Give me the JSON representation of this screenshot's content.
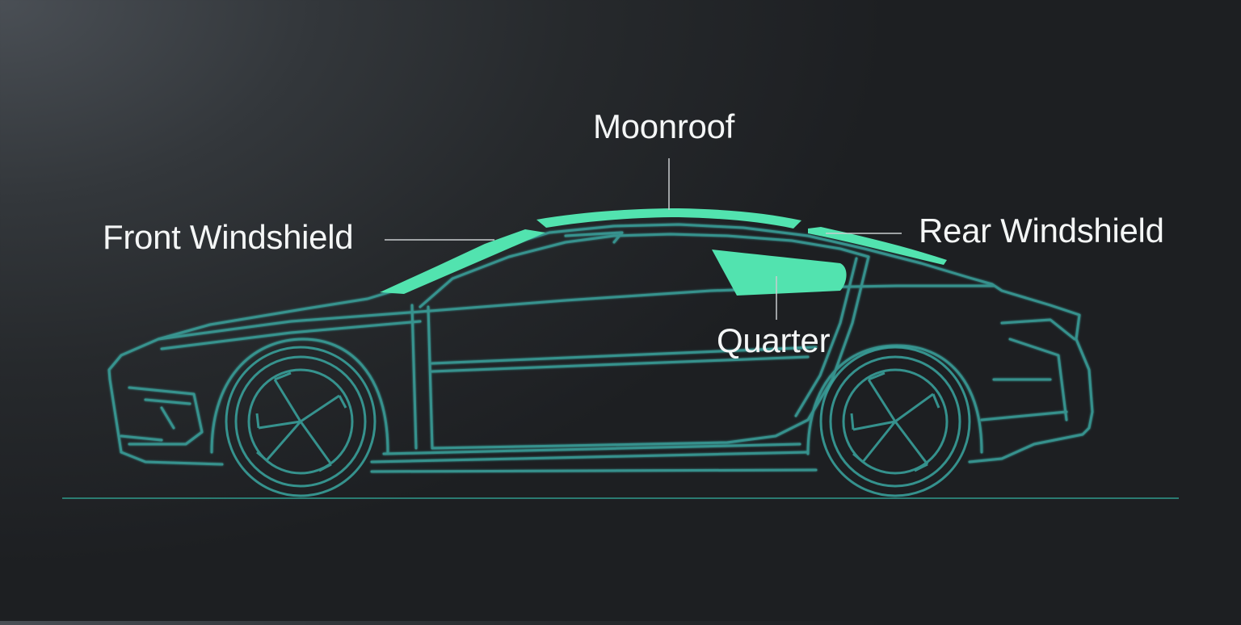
{
  "labels": {
    "moonroof": "Moonroof",
    "front_windshield": "Front Windshield",
    "rear_windshield": "Rear Windshield",
    "quarter": "Quarter"
  },
  "colors": {
    "glass_highlight": "#52e3af",
    "car_wireframe": "#3aa6a0",
    "ground_line": "#2f9a8c",
    "leader_line": "#c9cdcf",
    "label_text": "#f4f6f6",
    "background_light": "#4a4f55",
    "background_dark": "#1d1f22"
  }
}
